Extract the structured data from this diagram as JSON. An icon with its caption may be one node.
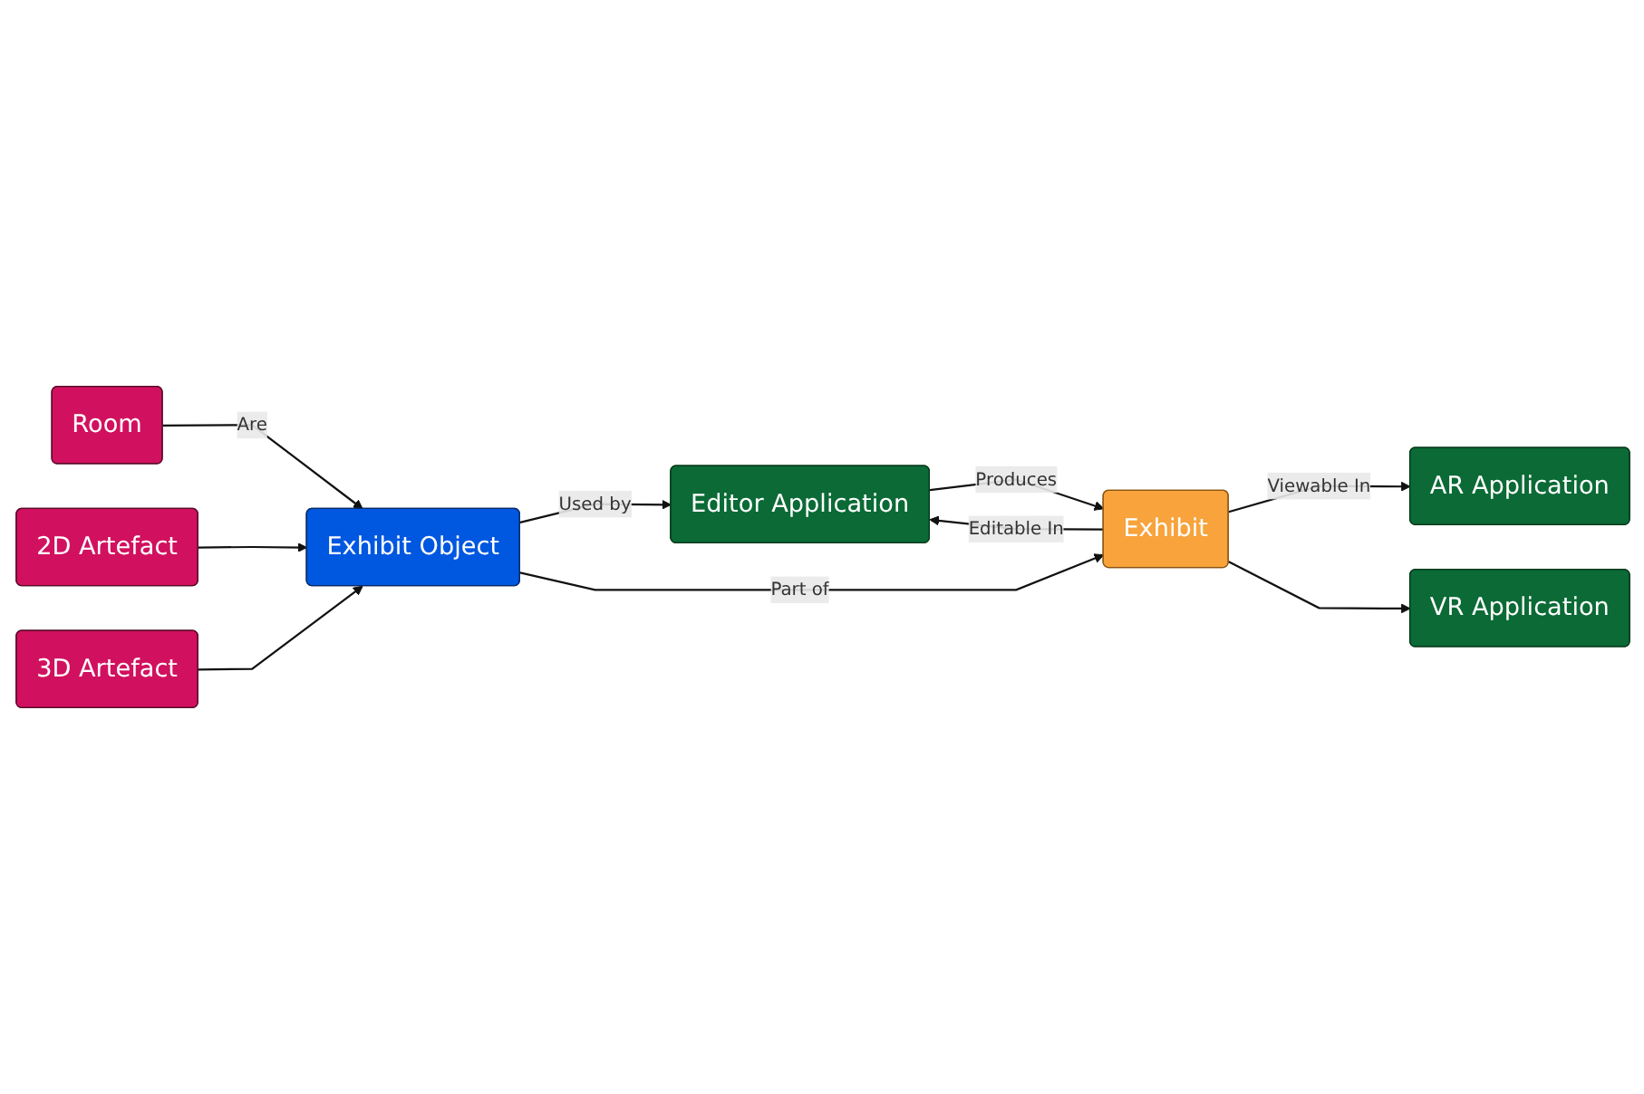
{
  "diagram": {
    "nodes": [
      {
        "text": [
          "Room"
        ]
      },
      {
        "text": [
          "2D Artefact"
        ]
      },
      {
        "text": [
          "3D Artefact"
        ]
      },
      {
        "text": [
          "Exhibit Object"
        ]
      },
      {
        "text": [
          "Editor Application"
        ]
      },
      {
        "text": [
          "Exhibit"
        ]
      },
      {
        "text": [
          "AR Application"
        ]
      },
      {
        "text": [
          "VR Application"
        ]
      }
    ],
    "edges": [
      {
        "from": 0,
        "to": 3,
        "arrow": "to",
        "label": "Are"
      },
      {
        "from": 1,
        "to": 3,
        "arrow": "to"
      },
      {
        "from": 2,
        "to": 3,
        "arrow": "to"
      },
      {
        "from": 3,
        "to": 4,
        "arrow": "to",
        "label": "Used by"
      },
      {
        "from": 4,
        "to": 5,
        "arrow": "to",
        "label": "Produces"
      },
      {
        "from": 5,
        "to": 4,
        "arrow": "to",
        "label": "Editable In"
      },
      {
        "from": 3,
        "to": 5,
        "arrow": "to",
        "label": "Part of"
      },
      {
        "from": 5,
        "to": 6,
        "arrow": "to",
        "label": "Viewable In"
      },
      {
        "from": 5,
        "to": 7,
        "arrow": "to"
      }
    ]
  }
}
